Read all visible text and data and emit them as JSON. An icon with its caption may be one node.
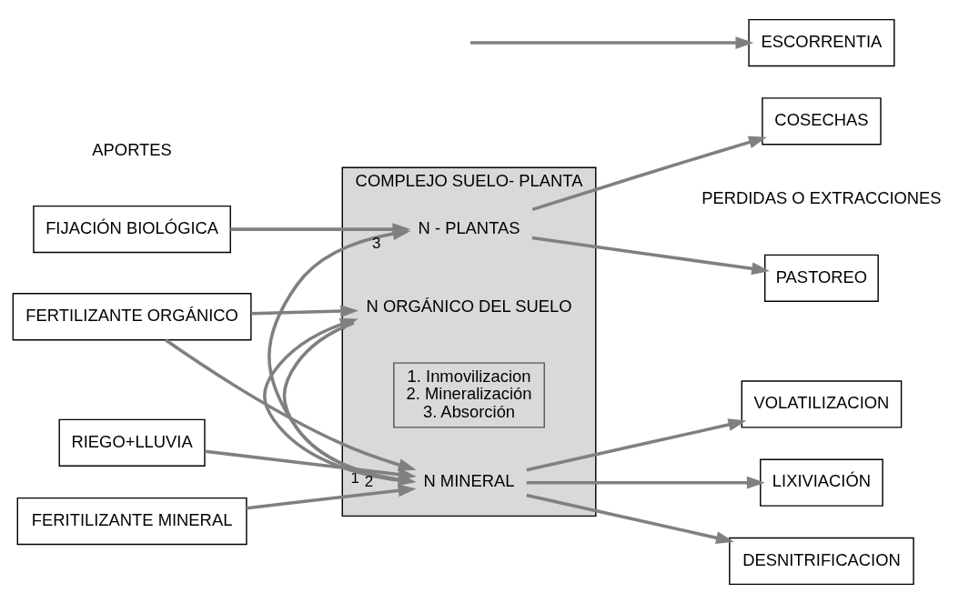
{
  "diagram": {
    "nodes": [
      {
        "text": [
          "FIJACIÓN BIOLÓGICA"
        ]
      },
      {
        "text": [
          "FERTILIZANTE ORGÁNICO"
        ]
      },
      {
        "text": [
          "RIEGO+LLUVIA"
        ]
      },
      {
        "text": [
          "FERITILIZANTE MINERAL"
        ]
      },
      {
        "text": [
          "COMPLEJO SUELO- PLANTA"
        ]
      },
      {
        "text": [
          "N - PLANTAS"
        ],
        "in": 4
      },
      {
        "text": [
          "N ORGÁNICO DEL SUELO"
        ],
        "in": 4
      },
      {
        "text": [
          "N MINERAL"
        ],
        "in": 4
      },
      {
        "text": [
          "1. Inmovilizacion",
          "2. Mineralización",
          "3. Absorción"
        ],
        "in": 4
      },
      {
        "text": [
          "PASTOREO"
        ]
      },
      {
        "text": [
          "COSECHAS"
        ]
      },
      {
        "text": [
          "DESNITRIFICACION"
        ]
      },
      {
        "text": [
          "VOLATILIZACION"
        ]
      },
      {
        "text": [
          "LIXIVIACIÓN"
        ]
      },
      {
        "text": [
          "ESCORRENTIA"
        ]
      }
    ],
    "edges": [
      {
        "from": 0,
        "to": 5,
        "arrow": "to"
      },
      {
        "from": 1,
        "to": 6,
        "arrow": "to"
      },
      {
        "from": 1,
        "to": 7,
        "arrow": "to"
      },
      {
        "from": 2,
        "to": 7,
        "arrow": "to"
      },
      {
        "from": 3,
        "to": 7,
        "arrow": "to"
      },
      {
        "from": 6,
        "to": 7,
        "arrow": "to",
        "label": "1"
      },
      {
        "from": 7,
        "to": 6,
        "arrow": "to",
        "label": "2"
      },
      {
        "from": 7,
        "to": 5,
        "arrow": "to",
        "label": "3"
      },
      {
        "from": 5,
        "to": 9,
        "arrow": "to"
      },
      {
        "from": 5,
        "to": 10,
        "arrow": "to"
      },
      {
        "from": 7,
        "to": 11,
        "arrow": "to"
      },
      {
        "from": 7,
        "to": 12,
        "arrow": "to"
      },
      {
        "from": 7,
        "to": 13,
        "arrow": "to"
      },
      {
        "from": null,
        "to": 14,
        "arrow": "to"
      }
    ],
    "labels": [
      "APORTES",
      "PERDIDAS O EXTRACCIONES"
    ]
  }
}
